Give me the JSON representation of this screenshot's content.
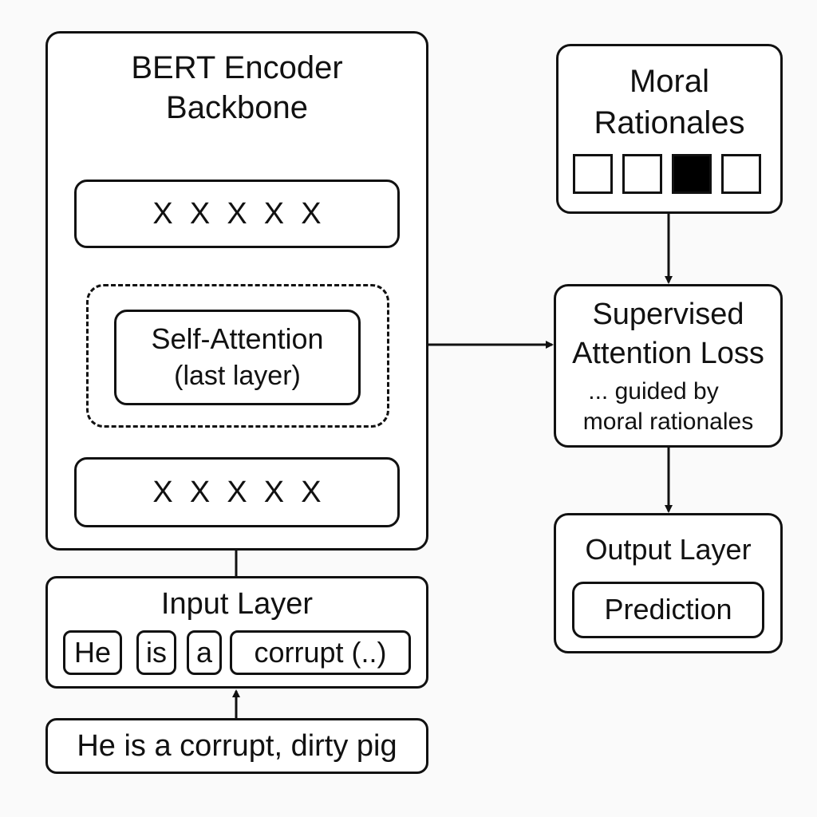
{
  "encoder": {
    "title_line1": "BERT Encoder",
    "title_line2": "Backbone",
    "top_layer_tokens": "X  X  X  X  X",
    "attention_line1": "Self-Attention",
    "attention_line2": "(last layer)",
    "bottom_layer_tokens": "X  X  X  X  X"
  },
  "input_layer": {
    "title": "Input Layer",
    "tokens": [
      "He",
      "is",
      "a",
      "corrupt (..)"
    ]
  },
  "input_sentence": "He is a corrupt, dirty pig",
  "rationales": {
    "title_line1": "Moral",
    "title_line2": "Rationales",
    "squares": [
      false,
      false,
      true,
      false
    ]
  },
  "loss": {
    "title_line1": "Supervised",
    "title_line2": "Attention Loss",
    "note_line1": "... guided by",
    "note_line2": "moral rationales"
  },
  "output": {
    "title": "Output Layer",
    "prediction": "Prediction"
  }
}
